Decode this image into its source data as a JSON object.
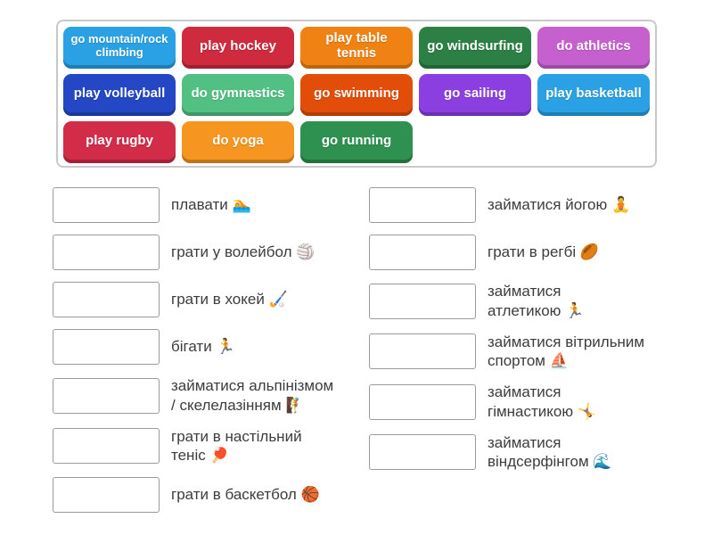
{
  "tile_board": {
    "tiles": [
      {
        "label": "go mountain/rock climbing",
        "color": "#2aa1e4"
      },
      {
        "label": "play hockey",
        "color": "#cf2a3e"
      },
      {
        "label": "play table tennis",
        "color": "#f08213"
      },
      {
        "label": "go windsurfing",
        "color": "#2c7f45"
      },
      {
        "label": "do athletics",
        "color": "#c760cf"
      },
      {
        "label": "play volleyball",
        "color": "#2347c5"
      },
      {
        "label": "do gymnastics",
        "color": "#53c083"
      },
      {
        "label": "go swimming",
        "color": "#e34d0a"
      },
      {
        "label": "go sailing",
        "color": "#8b3fe0"
      },
      {
        "label": "play basketball",
        "color": "#2aa1e4"
      },
      {
        "label": "play rugby",
        "color": "#d22c48"
      },
      {
        "label": "do yoga",
        "color": "#f6951f"
      },
      {
        "label": "go running",
        "color": "#2f9150"
      }
    ]
  },
  "match_list": {
    "left": [
      {
        "text": "плавати",
        "emoji": "🏊",
        "emoji_name": "swimmer-icon"
      },
      {
        "text": "грати у волейбол",
        "emoji": "🏐",
        "emoji_name": "volleyball-icon"
      },
      {
        "text": "грати в хокей",
        "emoji": "🏑",
        "emoji_name": "field-hockey-icon"
      },
      {
        "text": "бігати",
        "emoji": "🏃",
        "emoji_name": "runner-icon"
      },
      {
        "text": "займатися альпінізмом\n/ скелелазінням",
        "emoji": "🧗",
        "emoji_name": "climber-icon"
      },
      {
        "text": "грати в настільний\nтеніс",
        "emoji": "🏓",
        "emoji_name": "table-tennis-icon"
      },
      {
        "text": "грати в баскетбол",
        "emoji": "🏀",
        "emoji_name": "basketball-icon"
      }
    ],
    "right": [
      {
        "text": "займатися йогою",
        "emoji": "🧘",
        "emoji_name": "yoga-icon"
      },
      {
        "text": "грати в регбі",
        "emoji": "🏉",
        "emoji_name": "rugby-ball-icon"
      },
      {
        "text": "займатися\nатлетикою",
        "emoji": "🏃",
        "emoji_name": "runner-icon"
      },
      {
        "text": "займатися вітрильним\nспортом",
        "emoji": "⛵",
        "emoji_name": "sailboat-icon"
      },
      {
        "text": "займатися\nгімнастикою",
        "emoji": "🤸",
        "emoji_name": "cartwheel-icon"
      },
      {
        "text": "займатися\nвіндсерфінгом",
        "emoji": "🌊",
        "emoji_name": "wave-icon"
      }
    ]
  }
}
